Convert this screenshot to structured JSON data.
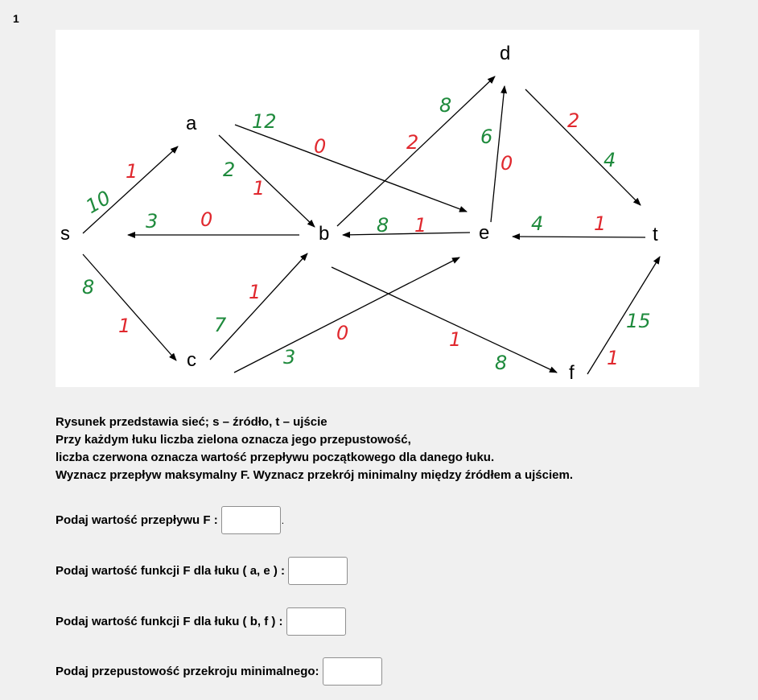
{
  "question_number": "1",
  "graph": {
    "nodes": {
      "s": "s",
      "a": "a",
      "b": "b",
      "c": "c",
      "d": "d",
      "e": "e",
      "f": "f",
      "t": "t"
    },
    "edges": [
      {
        "id": "s-a",
        "capacity": "10",
        "flow": "1"
      },
      {
        "id": "b-s",
        "capacity": "3",
        "flow": "0"
      },
      {
        "id": "s-c",
        "capacity": "8",
        "flow": "1"
      },
      {
        "id": "a-b",
        "capacity": "2",
        "flow": "1"
      },
      {
        "id": "a-e",
        "capacity": "12",
        "flow": "0"
      },
      {
        "id": "c-b",
        "capacity": "7",
        "flow": "1"
      },
      {
        "id": "c-e",
        "capacity": "3",
        "flow": "0"
      },
      {
        "id": "b-d",
        "capacity": "8",
        "flow": "2"
      },
      {
        "id": "e-b",
        "capacity": "8",
        "flow": "1"
      },
      {
        "id": "b-f",
        "capacity": "8",
        "flow": "1"
      },
      {
        "id": "e-d",
        "capacity": "6",
        "flow": "0"
      },
      {
        "id": "d-t",
        "capacity": "4",
        "flow": "2"
      },
      {
        "id": "t-e",
        "capacity": "4",
        "flow": "1"
      },
      {
        "id": "f-t",
        "capacity": "15",
        "flow": "1"
      }
    ]
  },
  "description": [
    "Rysunek przedstawia sieć; s – źródło, t – ujście",
    "Przy każdym łuku liczba zielona oznacza jego przepustowość,",
    "liczba czerwona oznacza wartość przepływu początkowego dla danego łuku.",
    "Wyznacz przepływ maksymalny F.  Wyznacz przekrój minimalny między źródłem a ujściem."
  ],
  "questions": [
    {
      "label": "Podaj wartość przepływu F :",
      "value": "",
      "after": "."
    },
    {
      "label": "Podaj wartość funkcji  F  dla łuku  ( a, e ) :",
      "value": "",
      "after": ""
    },
    {
      "label": "Podaj wartość funkcji  F  dla łuku  ( b, f ) :",
      "value": "",
      "after": ""
    },
    {
      "label": "Podaj przepustowość przekroju minimalnego:",
      "value": "",
      "after": ""
    }
  ],
  "colors": {
    "capacity": "#1e8a3c",
    "flow": "#e0282e"
  }
}
